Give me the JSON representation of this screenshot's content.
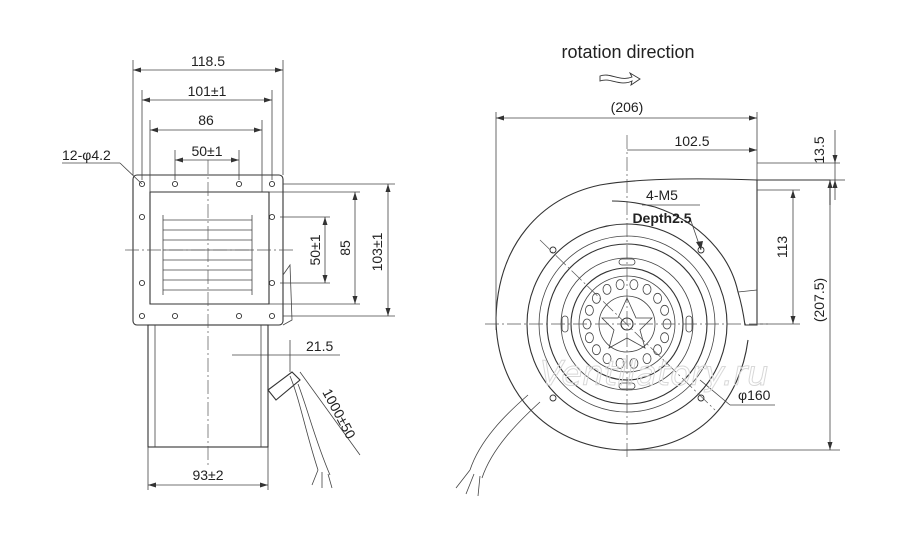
{
  "rotation": {
    "label": "rotation direction"
  },
  "watermark": "Ventilatory.ru",
  "side_view": {
    "dim_overall_width": "118.5",
    "dim_hole_span": "101±1",
    "dim_opening_width": "86",
    "dim_inner_holes": "50±1",
    "dim_holes_callout": "12-φ4.2",
    "dim_vert_holes": "50±1",
    "dim_opening_height": "85",
    "dim_flange_height": "103±1",
    "dim_cable_offset": "21.5",
    "dim_cable_length": "1000±50",
    "dim_motor_width": "93±2"
  },
  "front_view": {
    "dim_total_width": "(206)",
    "dim_half_width": "102.5",
    "dim_outlet_offset": "13.5",
    "dim_thread_callout": "4-M5",
    "dim_thread_depth": "Depth2.5",
    "dim_center_height": "113",
    "dim_total_height": "(207.5)",
    "dim_motor_diameter": "φ160"
  }
}
